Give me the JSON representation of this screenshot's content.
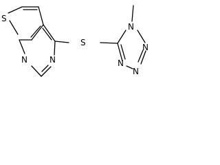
{
  "molecule": {
    "atoms": {
      "S_ring": "S",
      "N3": "N",
      "N1": "N",
      "S_linker": "S",
      "N_methyl": "N",
      "N2_tet": "N",
      "N3_tet": "N",
      "N4_tet": "N"
    }
  },
  "colors": {
    "bond": "#000000",
    "label": "#000000",
    "background": "#ffffff"
  }
}
